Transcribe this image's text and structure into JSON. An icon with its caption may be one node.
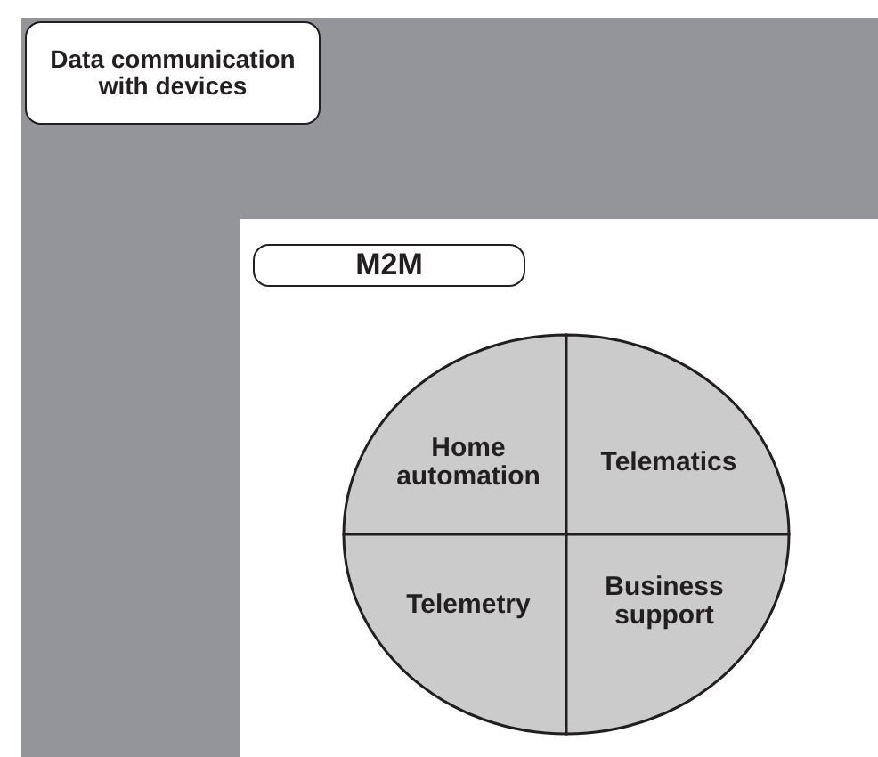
{
  "diagram": {
    "nodes": [
      {
        "text": [
          "Data communication with devices"
        ]
      },
      {
        "text": [
          "M2M"
        ],
        "in": 0
      },
      {
        "text": [
          "Home automation"
        ],
        "in": 1
      },
      {
        "text": [
          "Telematics"
        ],
        "in": 1
      },
      {
        "text": [
          "Telemetry"
        ],
        "in": 1
      },
      {
        "text": [
          "Business support"
        ],
        "in": 1
      }
    ],
    "edges": []
  }
}
